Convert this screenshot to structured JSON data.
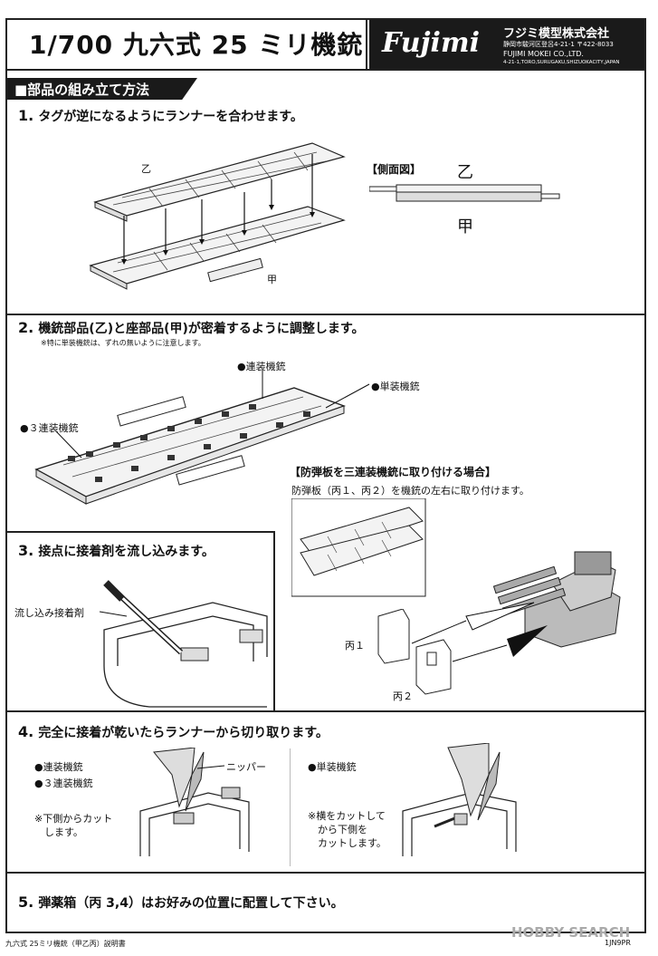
{
  "header": {
    "title": "1/700 九六式 25 ミリ機銃",
    "logo": "Fujimi",
    "company_jp": "フジミ模型株式会社",
    "address_jp": "静岡市駿河区登呂4-21-1 〒422-8033",
    "company_en": "FUJIMI MOKEI CO.,LTD.",
    "address_en": "4-21-1,TORO,SURUGAKU,SHIZUOKACITY,JAPAN"
  },
  "section_title": "■部品の組み立て方法",
  "step1": {
    "num": "1.",
    "text": "タグが逆になるようにランナーを合わせます。",
    "label_otsu": "乙",
    "label_kou": "甲",
    "side_view": "【側面図】",
    "side_otsu": "乙",
    "side_kou": "甲"
  },
  "step2": {
    "num": "2.",
    "text": "機銃部品(乙)と座部品(甲)が密着するように調整します。",
    "note": "※特に単装機銃は、ずれの無いように注意します。",
    "label_twin": "●連装機銃",
    "label_single": "●単装機銃",
    "label_triple": "●３連装機銃",
    "shield_title": "【防弾板を三連装機銃に取り付ける場合】",
    "shield_text": "防弾板（丙１、丙２）を機銃の左右に取り付けます。"
  },
  "step3": {
    "num": "3.",
    "text": "接点に接着剤を流し込みます。",
    "glue_label": "流し込み接着剤",
    "hei1": "丙１",
    "hei2": "丙２"
  },
  "step4": {
    "num": "4.",
    "text": "完全に接着が乾いたらランナーから切り取ります。",
    "label_twin": "●連装機銃",
    "label_triple": "●３連装機銃",
    "note_left": "※下側からカット\n　します。",
    "nipper": "ニッパー",
    "label_single": "●単装機銃",
    "note_right": "※横をカットして\n　から下側を\n　カットします。"
  },
  "step5": {
    "num": "5.",
    "text": "弾薬箱（丙 3,4）はお好みの位置に配置して下さい。"
  },
  "footer": {
    "left": "九六式 25ミリ機銃（甲乙丙）説明書",
    "code": "1JN9PR",
    "watermark": "HOBBY SEARCH"
  }
}
